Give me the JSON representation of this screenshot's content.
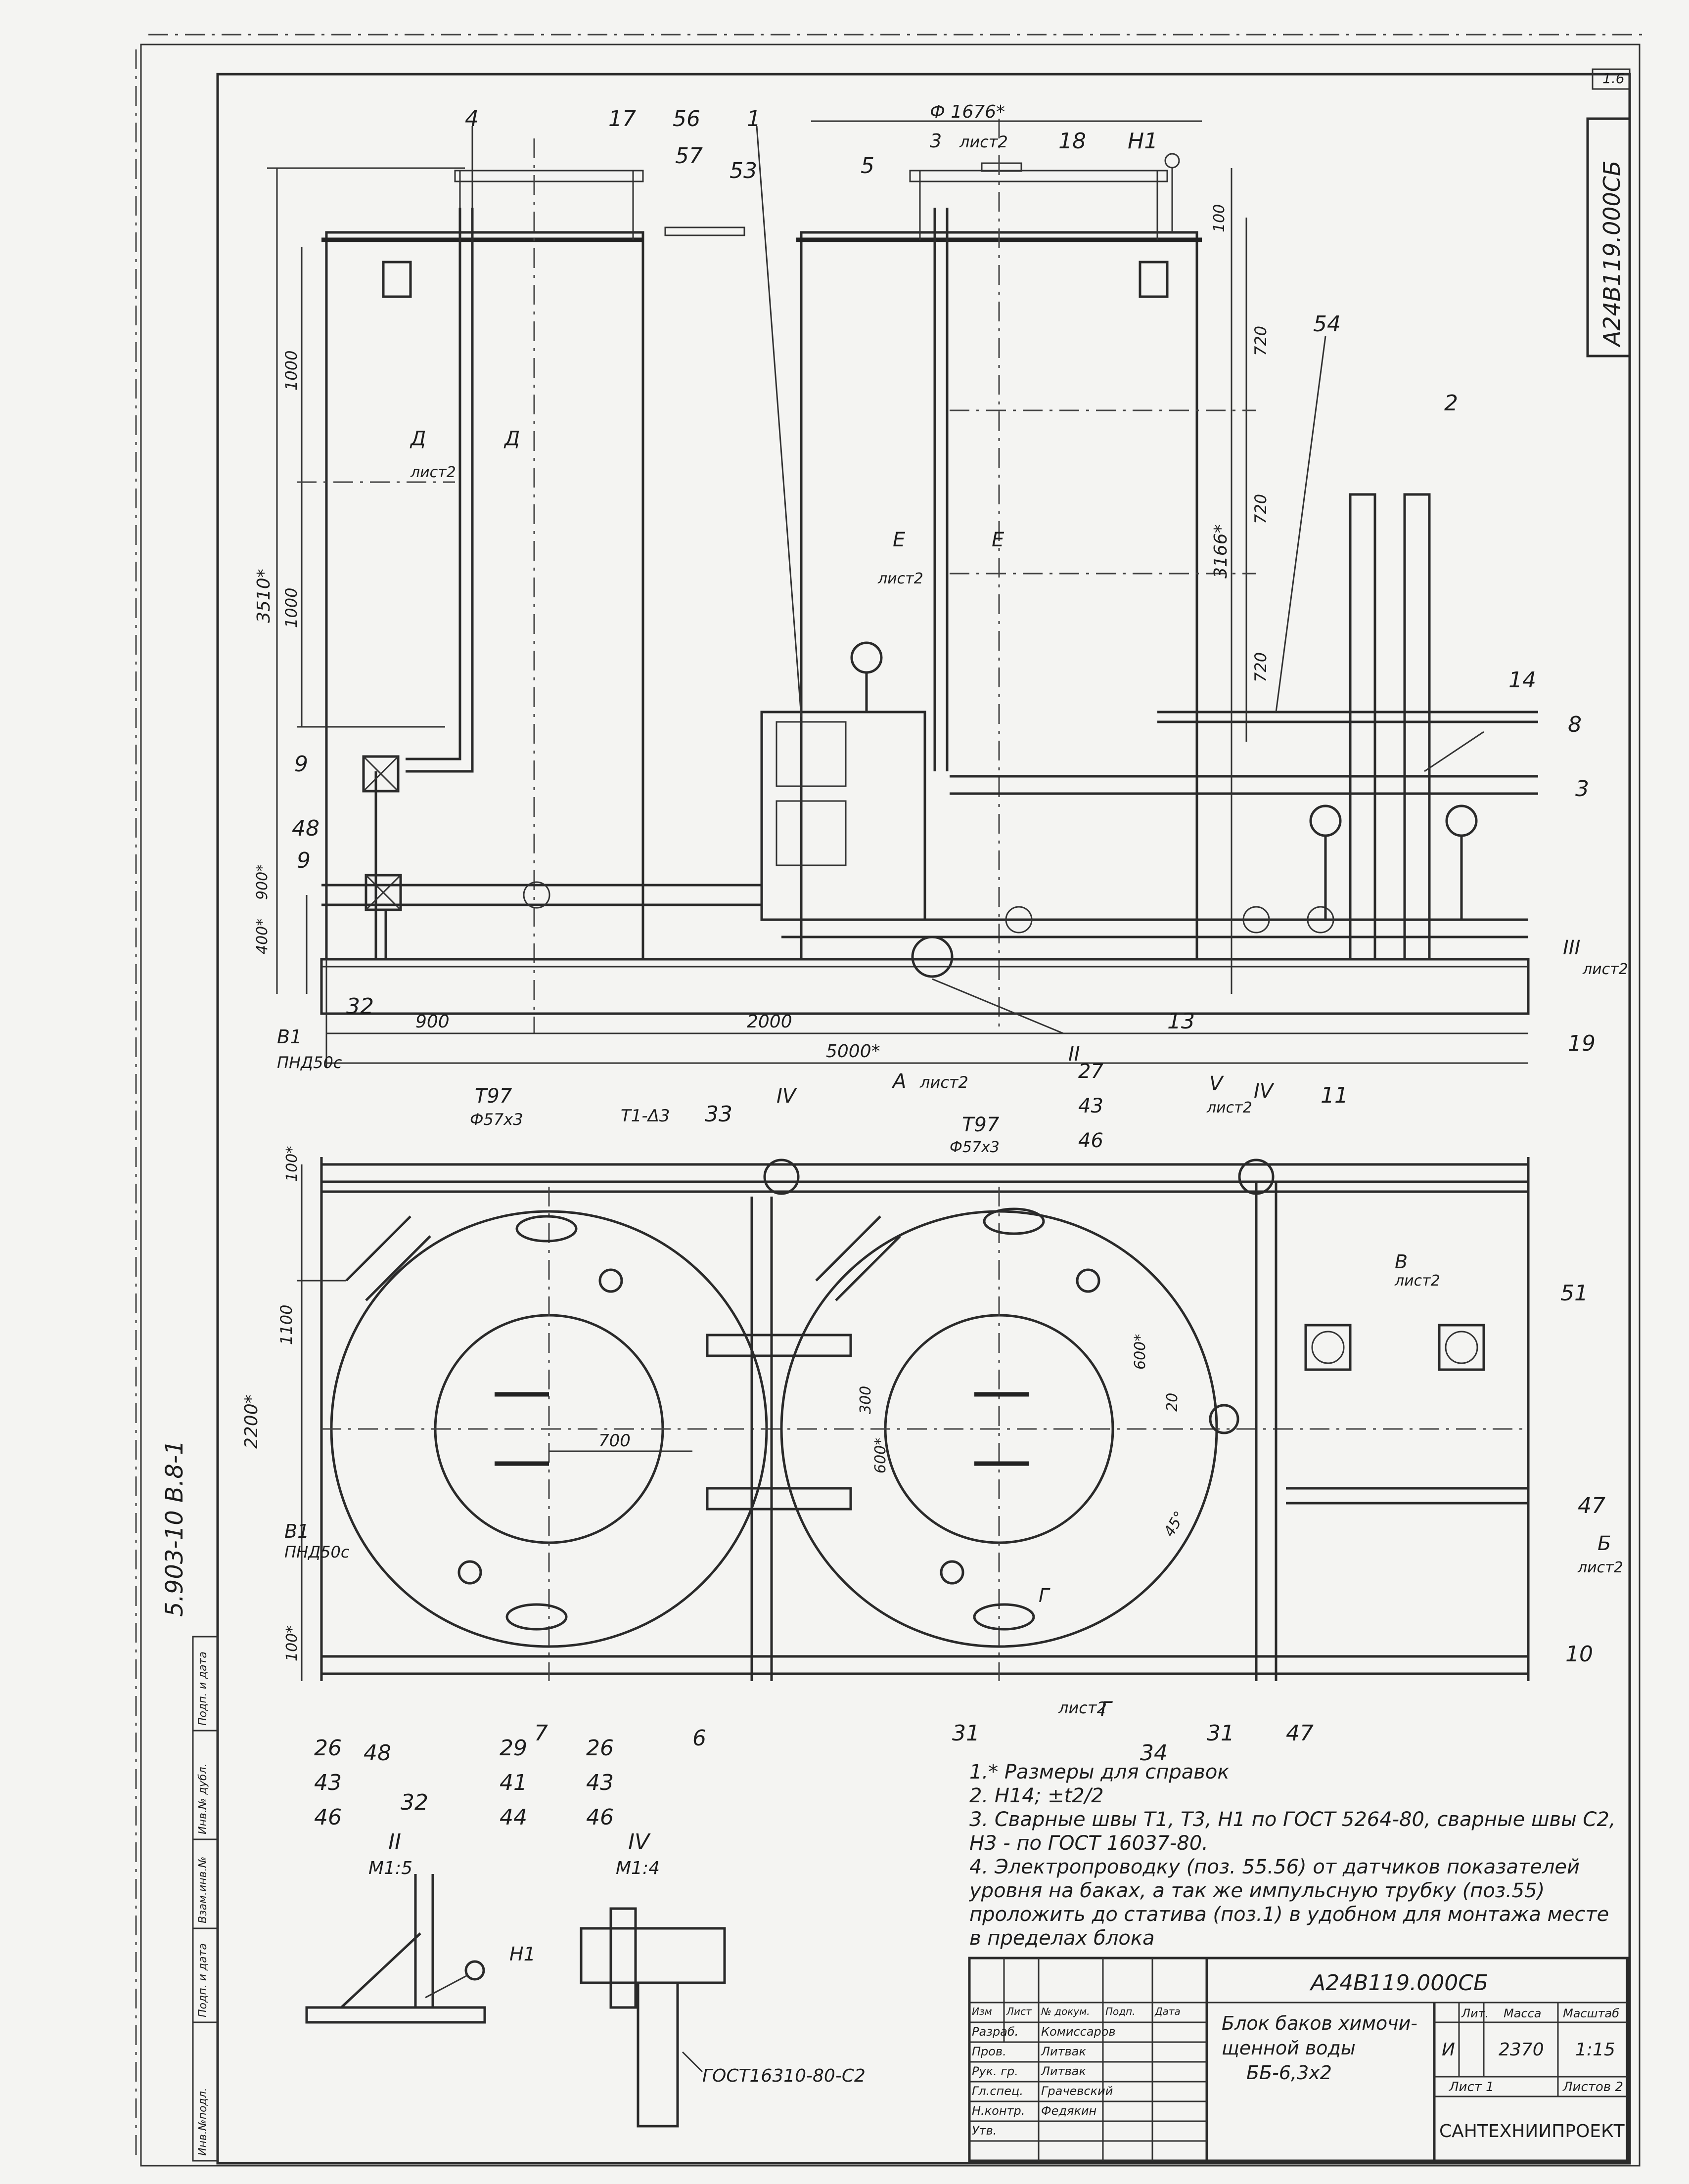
{
  "sheet": {
    "number": "1.6",
    "doc_code": "А24В119.000СБ",
    "series": "5.903-10  В.8-1"
  },
  "elevation_view": {
    "position_numbers": [
      "4",
      "17",
      "56",
      "57",
      "53",
      "1",
      "5",
      "18",
      "Н1",
      "54",
      "2",
      "14",
      "8",
      "3",
      "9",
      "48",
      "9",
      "32",
      "13",
      "19",
      "III",
      "II"
    ],
    "section_marks": [
      "3",
      "лист2",
      "Д",
      "Д",
      "лист2",
      "Е",
      "Е",
      "лист2",
      "III",
      "лист2",
      "A",
      "лист2"
    ],
    "dimensions": {
      "diameter": "Ф 1676*",
      "h_100": "100",
      "h_1000a": "1000",
      "h_1000b": "1000",
      "h_720a": "720",
      "h_720b": "720",
      "h_720c": "720",
      "h_3510": "3510*",
      "h_3166": "3166*",
      "h_900": "900*",
      "h_400": "400*",
      "w_900": "900",
      "w_2000": "2000",
      "w_5000": "5000*"
    },
    "labels": {
      "b1": "В1",
      "pnd": "ПНД50с"
    }
  },
  "plan_view": {
    "position_numbers": [
      "33",
      "27",
      "43",
      "46",
      "11",
      "51",
      "47",
      "10",
      "26",
      "48",
      "32",
      "29",
      "41",
      "44",
      "7",
      "26",
      "43",
      "46",
      "6",
      "31",
      "34",
      "31",
      "47",
      "43",
      "46",
      "IV",
      "IV",
      "V"
    ],
    "section_marks": [
      "лист2",
      "В",
      "лист2",
      "Б",
      "лист2",
      "Г",
      "лист2",
      "Г"
    ],
    "callouts": {
      "t97a": "Т97",
      "pipe_a": "Ф57х3",
      "t97b": "Т97",
      "pipe_b": "Ф57х3",
      "t1": "Т1-Δ3"
    },
    "dimensions": {
      "h_100a": "100*",
      "h_1100": "1100",
      "h_2200": "2200*",
      "h_100b": "100*",
      "w_700": "700",
      "h_300": "300",
      "h_600a": "600*",
      "h_600b": "600*",
      "h_20": "20",
      "angle": "45°"
    },
    "labels": {
      "b1": "В1",
      "pnd": "ПНД50с"
    }
  },
  "details": {
    "detail_ii": {
      "title": "II",
      "scale": "М1:5",
      "label": "Н1"
    },
    "detail_iv": {
      "title": "IV",
      "scale": "М1:4",
      "gost": "ГОСТ16310-80-С2"
    }
  },
  "notes": [
    "1.* Размеры для справок",
    "2. Н14; ±t2/2",
    "3. Сварные швы   Т1, Т3, Н1 по ГОСТ 5264-80, сварные швы  С2, Н3 - по ГОСТ 16037-80.",
    "4. Электропроводку (поз. 55.56) от датчиков показателей уровня на баках, а так же импульсную трубку (поз.55) проложить до статива (поз.1) в удобном для монтажа месте  в пределах блока"
  ],
  "side_stamp": [
    "Инв.№подл.",
    "Подп. и дата",
    "Взам.инв.№",
    "Инв.№ дубл.",
    "Подп. и дата"
  ],
  "title_block": {
    "designation": "А24В119.000СБ",
    "name": "Блок баков химочищенной воды",
    "name_line1": "Блок баков химочи-",
    "name_line2": "щенной воды",
    "name_line3": "ББ-6,3х2",
    "col_lit": "Лит.",
    "col_mass": "Масса",
    "col_scale": "Масштаб",
    "lit_value": "И",
    "mass_value": "2370",
    "scale_value": "1:15",
    "sheet_label": "Лист 1",
    "sheets_label": "Листов 2",
    "organization": "САНТЕХНИИПРОЕКТ",
    "header_cells": [
      "Изм",
      "Лист",
      "№ докум.",
      "Подп.",
      "Дата"
    ],
    "rows": [
      {
        "role": "Разраб.",
        "name": "Комиссаров"
      },
      {
        "role": "Пров.",
        "name": "Литвак"
      },
      {
        "role": "Рук. гр.",
        "name": "Литвак"
      },
      {
        "role": "Гл.спец.",
        "name": "Грачевский"
      },
      {
        "role": "Н.контр.",
        "name": "Федякин"
      },
      {
        "role": "Утв.",
        "name": ""
      }
    ]
  }
}
